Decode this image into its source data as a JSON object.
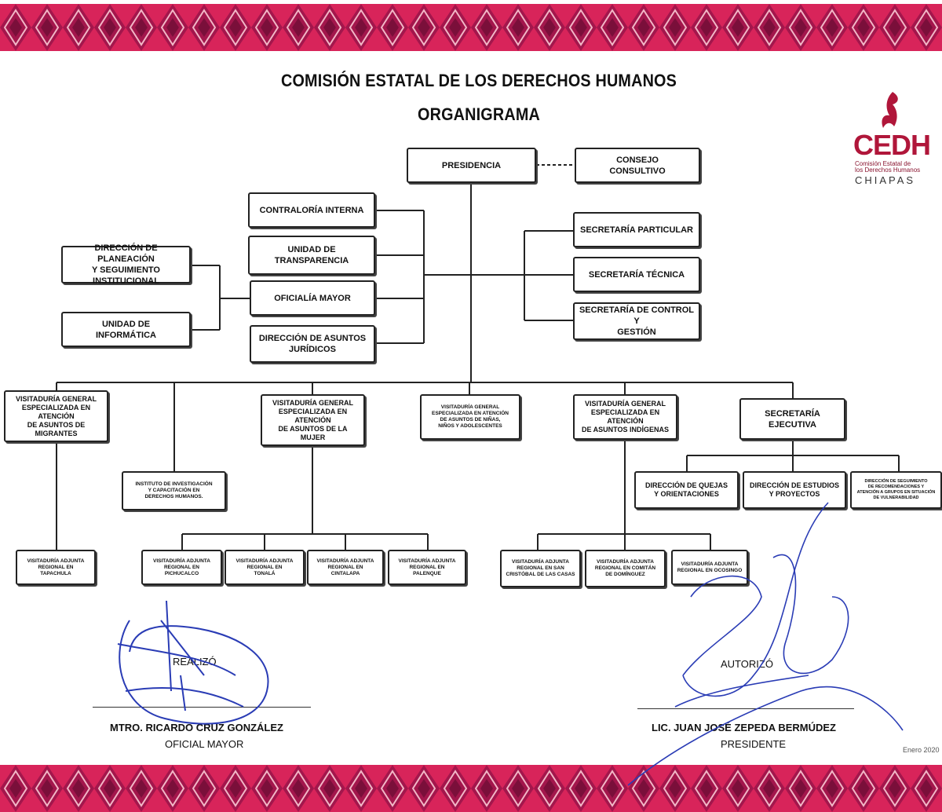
{
  "header": {
    "title": "COMISIÓN ESTATAL DE LOS DERECHOS HUMANOS",
    "subtitle": "ORGANIGRAMA"
  },
  "logo": {
    "acronym": "CEDH",
    "name_line1": "Comisión Estatal de",
    "name_line2": "los Derechos Humanos",
    "state": "CHIAPAS"
  },
  "colors": {
    "band_primary": "#a3164c",
    "band_secondary": "#d8245a",
    "band_light": "#f2b7c6",
    "logo": "#b0163a"
  },
  "org": {
    "presidencia": "PRESIDENCIA",
    "consejo": "CONSEJO\nCONSULTIVO",
    "contraloria": "CONTRALORÍA INTERNA",
    "transparencia": "UNIDAD DE\nTRANSPARENCIA",
    "oficialia": "OFICIALÍA MAYOR",
    "juridicos": "DIRECCIÓN DE ASUNTOS\nJURÍDICOS",
    "planeacion": "DIRECCIÓN DE PLANEACIÓN\nY SEGUIMIENTO INSTITUCIONAL",
    "informatica": "UNIDAD DE\nINFORMÁTICA",
    "sec_particular": "SECRETARÍA PARTICULAR",
    "sec_tecnica": "SECRETARÍA TÉCNICA",
    "sec_control": "SECRETARÍA DE CONTROL Y\nGESTIÓN",
    "vg_migrantes": "VISITADURÍA GENERAL\nESPECIALIZADA EN ATENCIÓN\nDE ASUNTOS DE MIGRANTES",
    "vg_mujer": "VISITADURÍA GENERAL\nESPECIALIZADA EN ATENCIÓN\nDE ASUNTOS DE LA MUJER",
    "vg_ninos": "VISITADURÍA GENERAL\nESPECIALIZADA EN ATENCIÓN\nDE ASUNTOS DE NIÑAS,\nNIÑOS Y ADOLESCENTES",
    "vg_indigenas": "VISITADURÍA GENERAL\nESPECIALIZADA EN ATENCIÓN\nDE ASUNTOS INDÍGENAS",
    "sec_ejecutiva": "SECRETARÍA EJECUTIVA",
    "instituto": "INSTITUTO DE INVESTIGACIÓN\nY CAPACITACIÓN EN\nDERECHOS HUMANOS.",
    "dir_quejas": "DIRECCIÓN DE QUEJAS\nY ORIENTACIONES",
    "dir_estudios": "DIRECCIÓN DE ESTUDIOS\nY PROYECTOS",
    "dir_seguimiento": "DIRECCIÓN DE SEGUIMIENTO\nDE RECOMENDACIONES Y\nATENCIÓN A GRUPOS EN SITUACIÓN\nDE VULNERABILIDAD",
    "va_tapachula": "VISITADURÍA ADJUNTA\nREGIONAL EN\nTAPACHULA",
    "va_pichucalco": "VISITADURÍA ADJUNTA\nREGIONAL EN\nPICHUCALCO",
    "va_tonala": "VISITADURÍA ADJUNTA\nREGIONAL EN\nTONALÁ",
    "va_cintalapa": "VISITADURÍA ADJUNTA\nREGIONAL EN\nCINTALAPA",
    "va_palenque": "VISITADURÍA ADJUNTA\nREGIONAL EN\nPALENQUE",
    "va_sancristobal": "VISITADURÍA ADJUNTA\nREGIONAL EN SAN\nCRISTÓBAL DE LAS CASAS",
    "va_comitan": "VISITADURÍA ADJUNTA\nREGIONAL EN COMITÁN\nDE DOMÍNGUEZ",
    "va_ocosingo": "VISITADURÍA ADJUNTA\nREGIONAL EN OCOSINGO"
  },
  "signatures": {
    "left_role": "REALIZÓ",
    "left_name": "MTRO. RICARDO CRUZ GONZÁLEZ",
    "left_title": "OFICIAL MAYOR",
    "right_role": "AUTORIZÓ",
    "right_name": "LIC. JUAN JOSÉ ZEPEDA BERMÚDEZ",
    "right_title": "PRESIDENTE"
  },
  "date": "Enero 2020"
}
